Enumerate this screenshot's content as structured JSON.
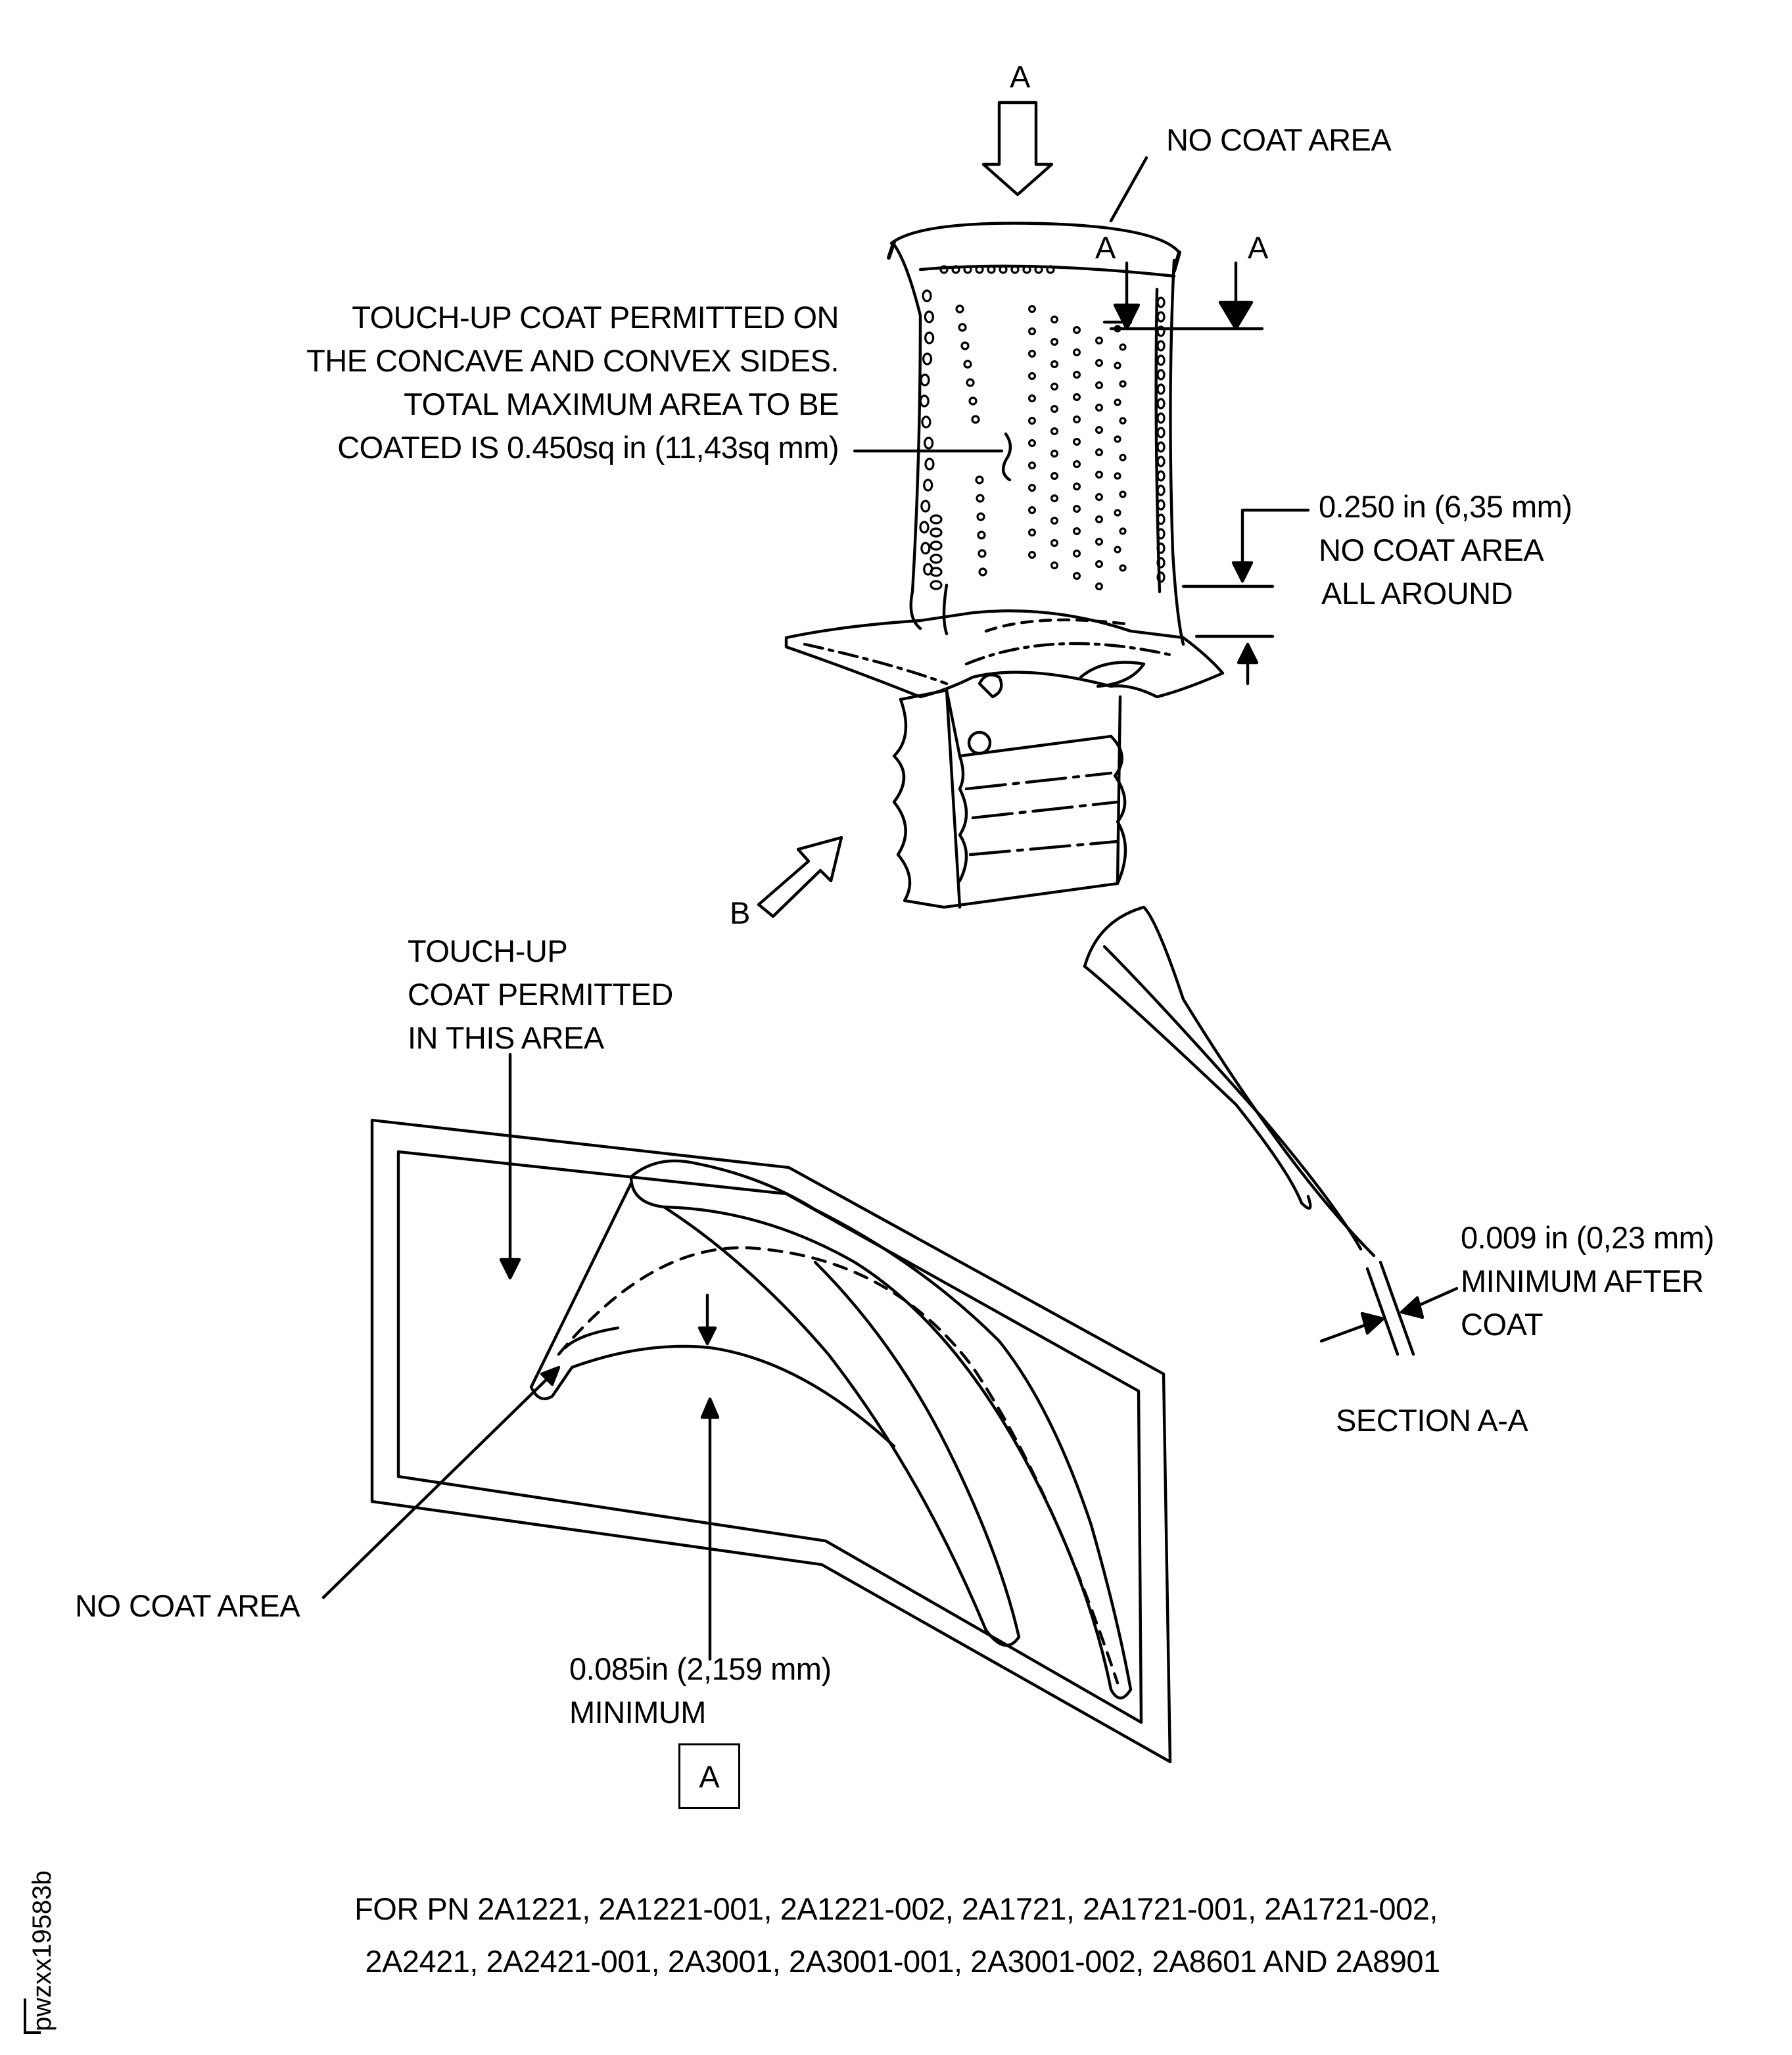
{
  "labels": {
    "view_a_top": "A",
    "no_coat_tip": "NO COAT AREA",
    "section_a_left": "A",
    "section_a_right": "A",
    "touchup_sides": [
      "TOUCH-UP COAT PERMITTED ON",
      "THE CONCAVE AND CONVEX SIDES.",
      "TOTAL MAXIMUM AREA TO BE",
      "COATED IS 0.450sq in  (11,43sq mm)"
    ],
    "platform_dim": [
      "0.250 in (6,35 mm)",
      "NO COAT AREA",
      "ALL AROUND"
    ],
    "view_b": "B",
    "touchup_area": [
      "TOUCH-UP",
      "COAT PERMITTED",
      "IN THIS AREA"
    ],
    "thickness_dim": [
      "0.009 in (0,23 mm)",
      "MINIMUM AFTER",
      "COAT"
    ],
    "section_title": "SECTION A-A",
    "no_coat_detail": "NO COAT AREA",
    "detail_dim": [
      "0.085in (2,159 mm)",
      "MINIMUM"
    ],
    "detail_callout": "A"
  },
  "footer": [
    "FOR PN 2A1221,  2A1221-001, 2A1221-002, 2A1721, 2A1721-001, 2A1721-002,",
    "2A2421, 2A2421-001, 2A3001, 2A3001-001, 2A3001-002, 2A8601 AND 2A8901"
  ],
  "figure_id": "pwzxx19583b"
}
